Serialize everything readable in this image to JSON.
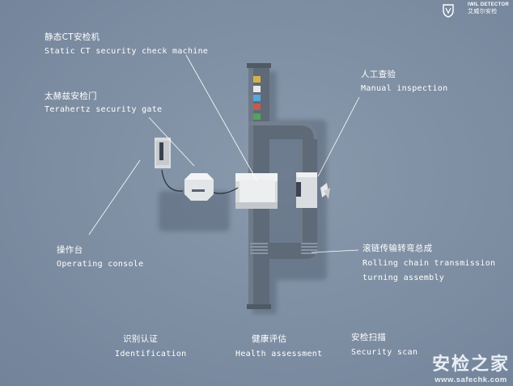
{
  "brand": {
    "name": "IWIL DETECTOR",
    "name_cn": "艾威尔安检"
  },
  "labels": {
    "ct_machine_cn": "静态CT安检机",
    "ct_machine_en": "Static CT security check machine",
    "terahertz_cn": "太赫兹安检门",
    "terahertz_en": "Terahertz security gate",
    "console_cn": "操作台",
    "console_en": "Operating console",
    "manual_cn": "人工查验",
    "manual_en": "Manual inspection",
    "rolling_cn": "滚链传输转弯总成",
    "rolling_en_1": "Rolling chain transmission",
    "rolling_en_2": "turning assembly",
    "identification_cn": "识别认证",
    "identification_en": "Identification",
    "health_cn": "健康评估",
    "health_en": "Health assessment",
    "scan_cn": "安检扫描",
    "scan_en": "Security scan"
  },
  "watermark": {
    "title": "安检之家",
    "url": "www.safechk.com"
  },
  "colors": {
    "background": "#7f8fa3",
    "conveyor": "#5e6a78",
    "conveyor_top": "#6c7886",
    "machine": "#f1f2f3",
    "tray_yellow": "#d6b14a",
    "tray_white": "#e8e8e8",
    "tray_blue": "#5aa6d8",
    "tray_red": "#c65a4a",
    "tray_green": "#4fa55a"
  }
}
